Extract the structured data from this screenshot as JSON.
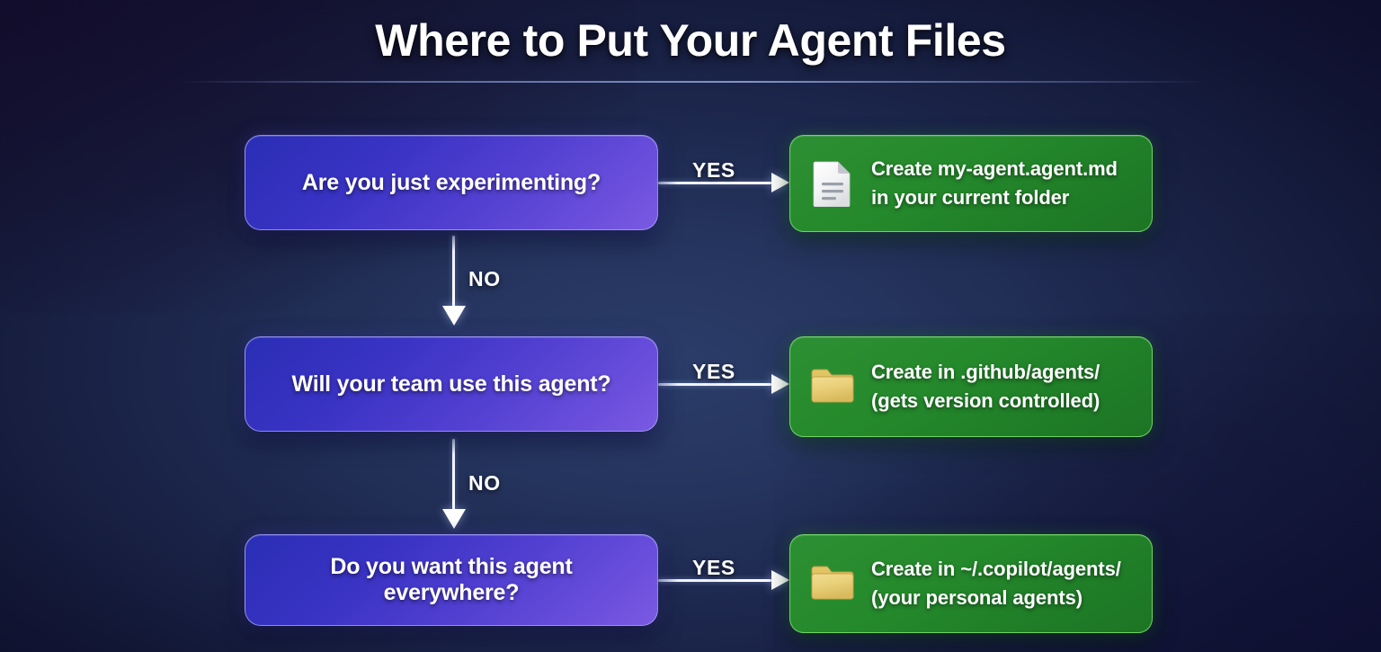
{
  "page": {
    "title": "Where to Put Your Agent Files",
    "background_color": "#1b2449",
    "accent_blue": "#4a3bcc",
    "accent_green": "#25892c"
  },
  "flow": {
    "steps": [
      {
        "decision": "Are you just experimenting?",
        "yes_label": "YES",
        "no_label": "NO",
        "result": {
          "icon": "document-icon",
          "line1": "Create my-agent.agent.md",
          "line2": "in your current folder"
        }
      },
      {
        "decision": "Will your team use this agent?",
        "yes_label": "YES",
        "no_label": "NO",
        "result": {
          "icon": "folder-icon",
          "line1": "Create in .github/agents/",
          "line2": "(gets version controlled)"
        }
      },
      {
        "decision": "Do you want this agent everywhere?",
        "yes_label": "YES",
        "no_label": "",
        "result": {
          "icon": "folder-icon",
          "line1": "Create in ~/.copilot/agents/",
          "line2": "(your personal agents)"
        }
      }
    ]
  }
}
